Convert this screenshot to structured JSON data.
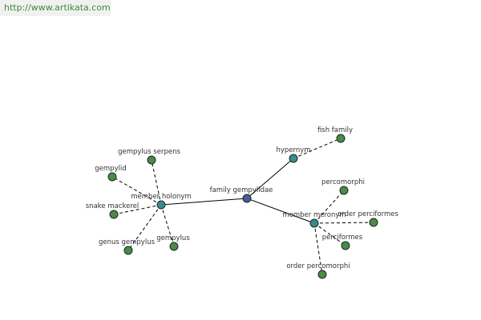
{
  "header": {
    "url": "http://www.artikata.com"
  },
  "graph": {
    "center": {
      "label": "family gempylidae"
    },
    "hubs": {
      "member_holonym": "member holonym",
      "hypernym": "hypernym",
      "member_meronym": "member meronym"
    },
    "leaves": {
      "gempylus_serpens": "gempylus serpens",
      "gempylid": "gempylid",
      "snake_mackerel": "snake mackerel",
      "genus_gempylus": "genus gempylus",
      "gempylus": "gempylus",
      "fish_family": "fish family",
      "percomorphi": "percomorphi",
      "order_perciformes": "order perciformes",
      "perciformes": "perciformes",
      "order_percomorphi": "order percomorphi"
    },
    "colors": {
      "center_fill": "#4a5a9a",
      "hub_fill": "#3a8a92",
      "leaf_fill": "#4a8a4a",
      "node_stroke": "#1d2a1d",
      "edge": "#000000"
    }
  }
}
